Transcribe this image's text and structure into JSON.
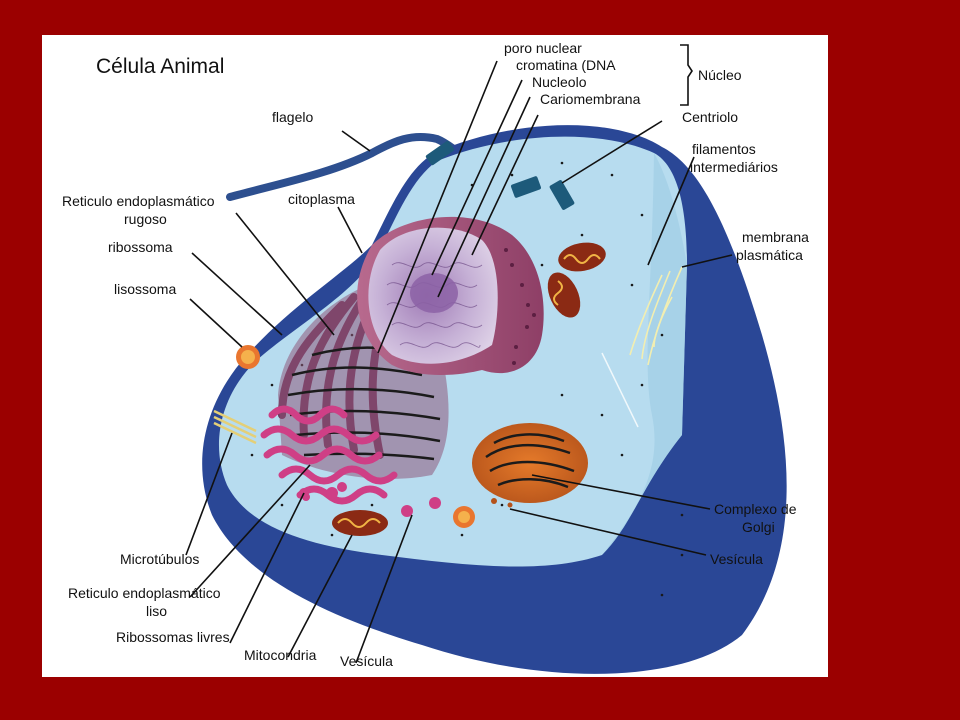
{
  "title": "Célula Animal",
  "labels": {
    "poro_nuclear": "poro nuclear",
    "cromatina": "cromatina (DNA",
    "nucleolo": "Nucleolo",
    "cariomembrana": "Cariomembrana",
    "nucleo": "Núcleo",
    "centriolo": "Centriolo",
    "flagelo": "flagelo",
    "filamentos_l1": "filamentos",
    "filamentos_l2": "intermediários",
    "rer_l1": "Reticulo endoplasmático",
    "rer_l2": "rugoso",
    "citoplasma": "citoplasma",
    "membrana_l1": "membrana",
    "membrana_l2": "plasmática",
    "ribossoma": "ribossoma",
    "lisossoma": "lisossoma",
    "golgi_l1": "Complexo de",
    "golgi_l2": "Golgi",
    "vesicula_right": "Vesícula",
    "microtubulos": "Microtúbulos",
    "rel_l1": "Reticulo endoplasmático",
    "rel_l2": "liso",
    "ribossomas_livres": "Ribossomas livres",
    "mitocondria": "Mitocondria",
    "vesicula_bottom": "Vesícula"
  }
}
